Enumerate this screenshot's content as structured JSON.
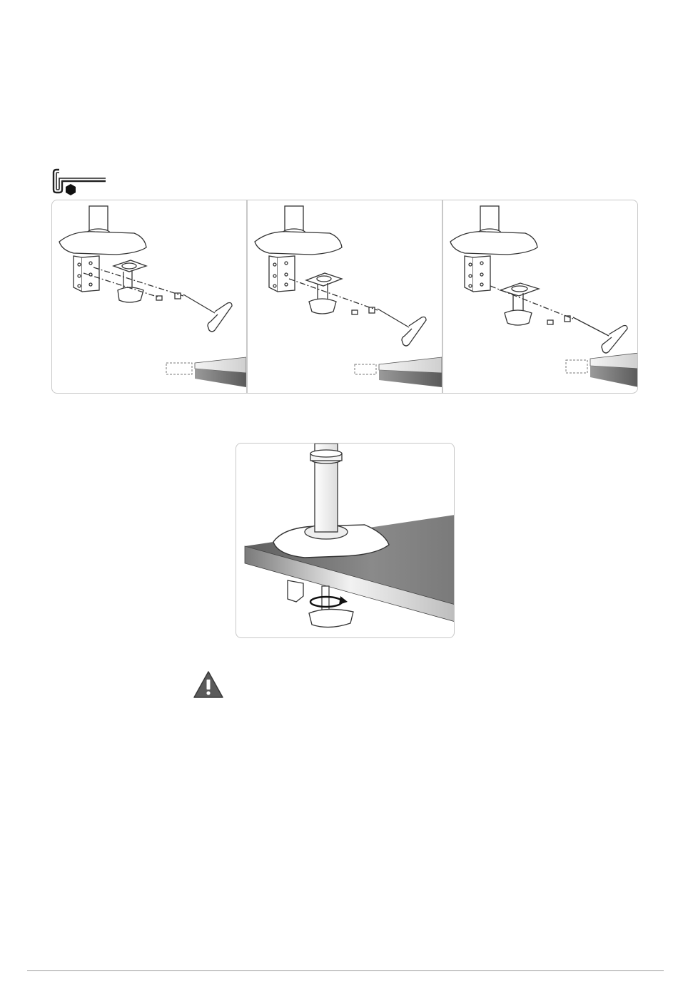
{
  "document": {
    "tool_icon": "hex-key-icon",
    "warning_icon": "warning-triangle-icon",
    "steps": [
      {
        "name": "mount-step-1",
        "icon": "clamp-exploded-view"
      },
      {
        "name": "mount-step-2",
        "icon": "clamp-exploded-view"
      },
      {
        "name": "mount-step-3",
        "icon": "clamp-exploded-view"
      }
    ],
    "final_illustration": "desk-clamp-tightening",
    "colors": {
      "panel_border": "#c8c8c8",
      "line_art": "#333333",
      "desk_dark": "#6e6e6e",
      "desk_light": "#e6e6e6"
    }
  }
}
